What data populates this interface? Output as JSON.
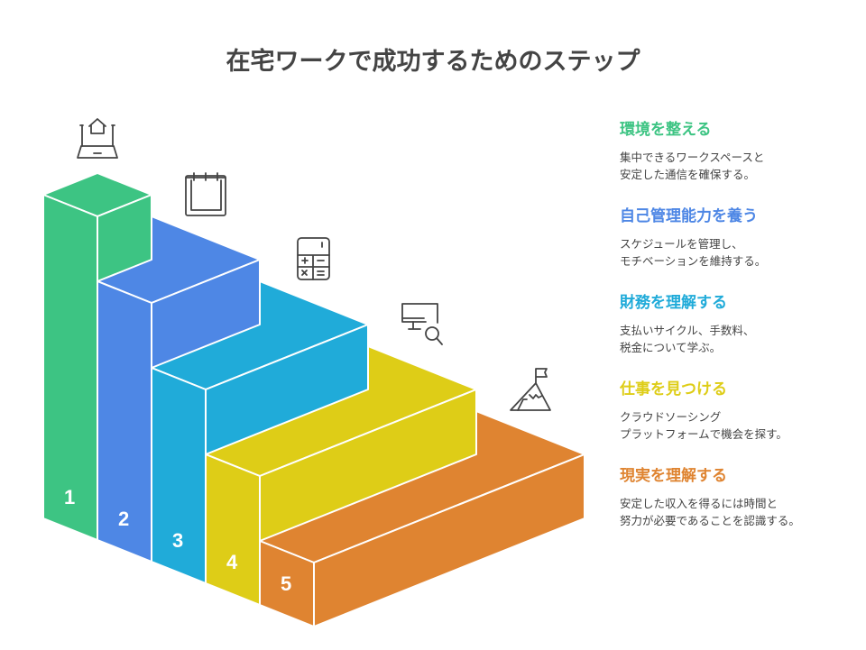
{
  "title": "在宅ワークで成功するためのステップ",
  "steps": [
    {
      "number": "1",
      "title": "環境を整える",
      "desc": [
        "集中できるワークスペースと",
        "安定した通信を確保する。"
      ],
      "color": "#3DC483",
      "icon": "laptop-home-icon"
    },
    {
      "number": "2",
      "title": "自己管理能力を養う",
      "desc": [
        "スケジュールを管理し、",
        "モチベーションを維持する。"
      ],
      "color": "#4E87E5",
      "icon": "calendar-icon"
    },
    {
      "number": "3",
      "title": "財務を理解する",
      "desc": [
        "支払いサイクル、手数料、",
        "税金について学ぶ。"
      ],
      "color": "#20ABD9",
      "icon": "calculator-icon"
    },
    {
      "number": "4",
      "title": "仕事を見つける",
      "desc": [
        "クラウドソーシング",
        "プラットフォームで機会を探す。"
      ],
      "color": "#DECD17",
      "icon": "monitor-search-icon"
    },
    {
      "number": "5",
      "title": "現実を理解する",
      "desc": [
        "安定した収入を得るには時間と",
        "努力が必要であることを認識する。"
      ],
      "color": "#DF8431",
      "icon": "mountain-flag-icon"
    }
  ]
}
